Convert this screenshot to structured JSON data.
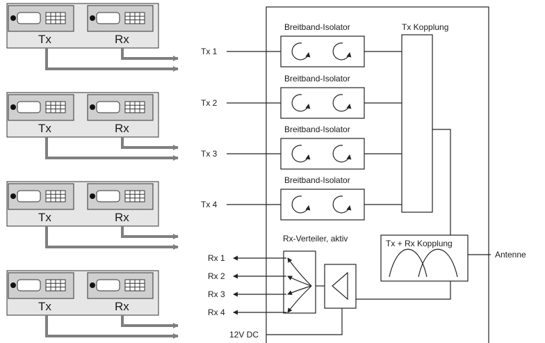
{
  "transceivers": [
    {
      "tx_label": "Tx",
      "rx_label": "Rx"
    },
    {
      "tx_label": "Tx",
      "rx_label": "Rx"
    },
    {
      "tx_label": "Tx",
      "rx_label": "Rx"
    },
    {
      "tx_label": "Tx",
      "rx_label": "Rx"
    }
  ],
  "tx_inputs": [
    "Tx 1",
    "Tx 2",
    "Tx 3",
    "Tx 4"
  ],
  "rx_outputs": [
    "Rx 1",
    "Rx 2",
    "Rx 3",
    "Rx 4"
  ],
  "isolator_label": "Breitband-Isolator",
  "tx_coupler_label": "Tx  Kopplung",
  "txrx_coupler_label": "Tx + Rx Kopplung",
  "rx_splitter_label": "Rx-Verteiler, aktiv",
  "antenna_label": "Antenne",
  "power_label": "12V DC",
  "colors": {
    "device_fill": "#e6e6e6",
    "device_inner": "#cfcfcf",
    "cable": "#7f7f7f",
    "line": "#222222"
  }
}
